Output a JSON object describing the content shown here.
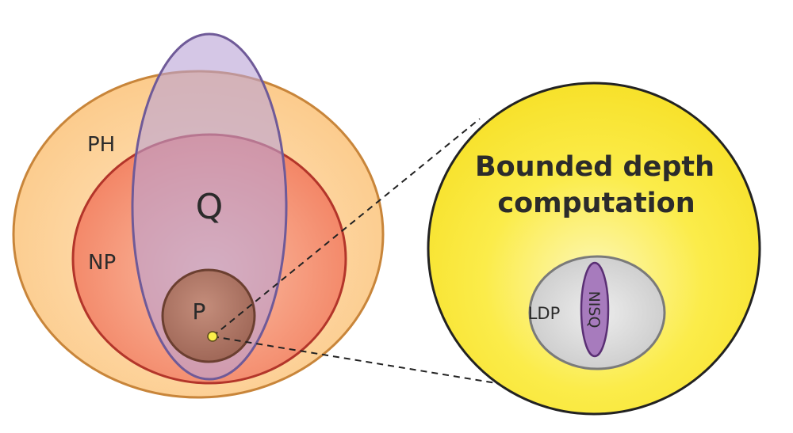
{
  "diagram": {
    "labels": {
      "ph": "PH",
      "np": "NP",
      "q": "Q",
      "p": "P",
      "bounded_line1": "Bounded depth",
      "bounded_line2": "computation",
      "ldp": "LDP",
      "nisq": "NISQ"
    },
    "colors": {
      "ph_fill": "#fdd6a0",
      "ph_stroke": "#c8853a",
      "np_fill": "#f79a7c",
      "np_stroke": "#b3352a",
      "q_fill": "#b7a3d3",
      "q_stroke": "#6f5a98",
      "p_fill": "#b27a6a",
      "p_stroke": "#6b3f30",
      "bounded_fill": "#fbec3a",
      "bounded_stroke": "#222222",
      "ldp_fill": "#d4d4d4",
      "ldp_stroke": "#7a7a7a",
      "nisq_fill": "#a77bbd",
      "nisq_stroke": "#5a2f74",
      "point_fill": "#fcef4a",
      "connector": "#222222"
    }
  }
}
